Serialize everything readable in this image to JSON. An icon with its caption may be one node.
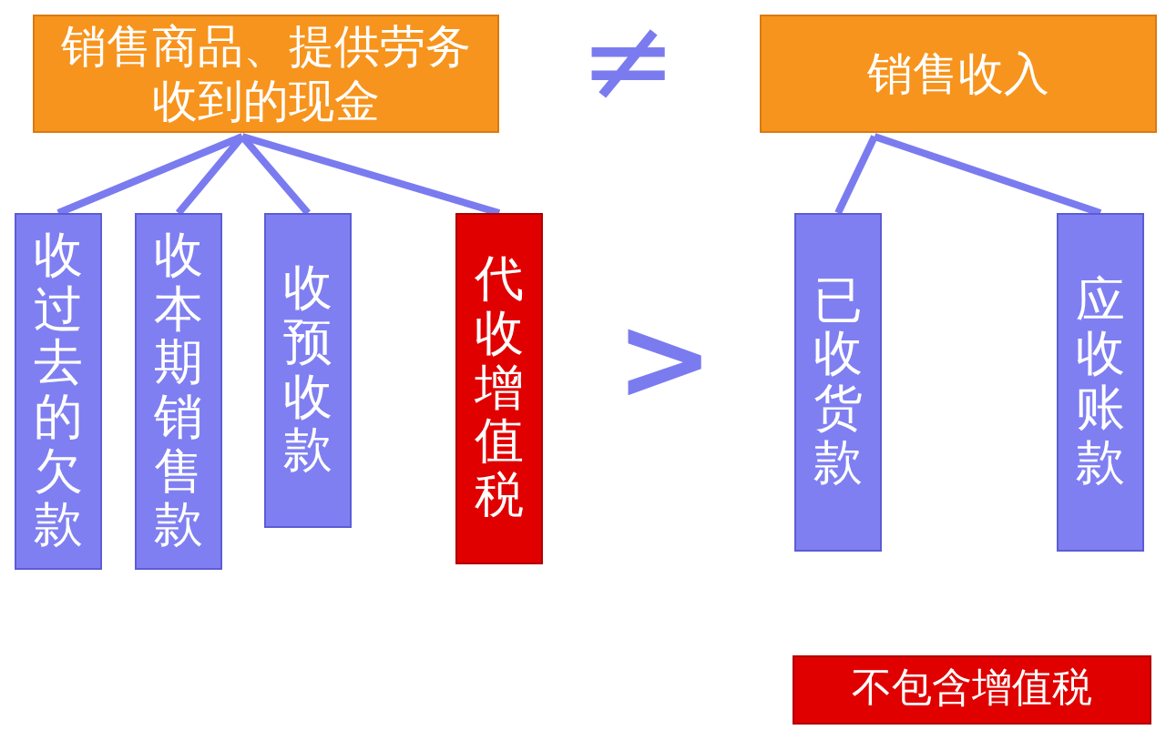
{
  "diagram": {
    "nodes": [
      {
        "text": [
          "销售商品、提供劳务收到的现金"
        ]
      },
      {
        "text": [
          "收过去的欠款"
        ]
      },
      {
        "text": [
          "收本期销售款"
        ]
      },
      {
        "text": [
          "收预收款"
        ]
      },
      {
        "text": [
          "代收增值税"
        ]
      },
      {
        "text": [
          "销售收入"
        ]
      },
      {
        "text": [
          "已收货款"
        ]
      },
      {
        "text": [
          "应收账款"
        ]
      },
      {
        "text": [
          "不包含增值税"
        ]
      }
    ],
    "edges": [
      {
        "from": 0,
        "to": 1,
        "arrow": "none"
      },
      {
        "from": 0,
        "to": 2,
        "arrow": "none"
      },
      {
        "from": 0,
        "to": 3,
        "arrow": "none"
      },
      {
        "from": 0,
        "to": 4,
        "arrow": "none"
      },
      {
        "from": 5,
        "to": 6,
        "arrow": "none"
      },
      {
        "from": 5,
        "to": 7,
        "arrow": "none"
      }
    ],
    "labels": [
      "≠",
      ">"
    ]
  }
}
